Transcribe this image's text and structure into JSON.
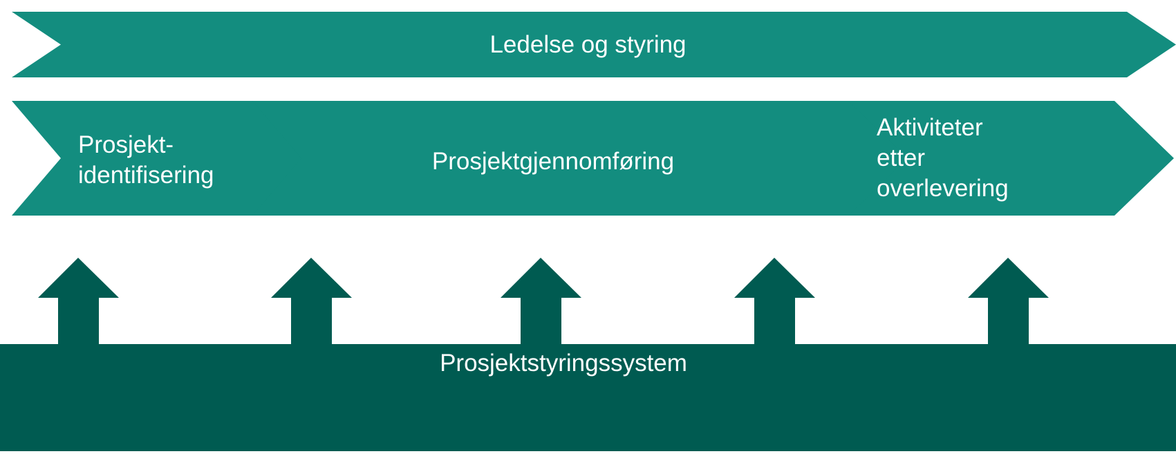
{
  "diagram": {
    "type": "process-framework",
    "title_row": {
      "label": "Ledelse og styring",
      "shape": "chevron-banner",
      "color": "#138D7F"
    },
    "phases": [
      {
        "label": "Prosjekt-\nidentifisering",
        "shape": "chevron",
        "color": "#138D7F"
      },
      {
        "label": "Prosjektgjennomføring",
        "shape": "chevron",
        "color": "#138D7F"
      },
      {
        "label": "Aktiviteter\netter\noverlevering",
        "shape": "chevron",
        "color": "#138D7F"
      }
    ],
    "support_arrows": {
      "count": 5,
      "direction": "up",
      "color": "#005B51",
      "positions": [
        113,
        450,
        782,
        1120,
        1458
      ]
    },
    "foundation": {
      "label": "Prosjektstyringssystem",
      "shape": "bar",
      "color": "#005B51"
    },
    "colors": {
      "teal": "#138D7F",
      "dark_green": "#005B51",
      "text": "#ffffff",
      "background": "#ffffff"
    }
  }
}
